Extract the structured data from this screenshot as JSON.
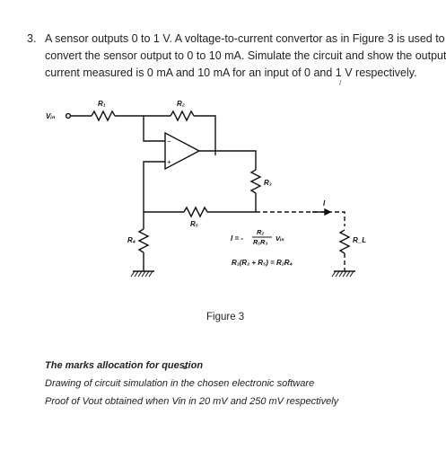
{
  "question": {
    "number": "3.",
    "lines": [
      "A sensor outputs 0 to 1 V. A voltage-to-current convertor as in Figure 3 is used to",
      "convert the sensor output to 0 to 10 mA. Simulate the circuit and show the output",
      "current measured is 0 mA and 10 mA for an input of 0 and 1 V respectively."
    ]
  },
  "figure": {
    "caption": "Figure 3",
    "labels": {
      "vin": "Vᵢₙ",
      "r1": "R₁",
      "r2": "R₂",
      "r3": "R₃",
      "r4": "R₄",
      "r5": "R₅",
      "rl": "R_L",
      "i": "I",
      "eq1_lhs": "I = -",
      "eq1_num": "R₂",
      "eq1_den": "R₁R₃",
      "eq1_rhs": "Vᵢₙ",
      "eq2": "R₁(R₃ + R₅) = R₂R₄"
    }
  },
  "marks": {
    "title": "The marks allocation for question",
    "items": [
      "Drawing of circuit simulation in the chosen electronic software",
      "Proof of Vout obtained when Vin in 20 mV and 250 mV respectively"
    ]
  }
}
